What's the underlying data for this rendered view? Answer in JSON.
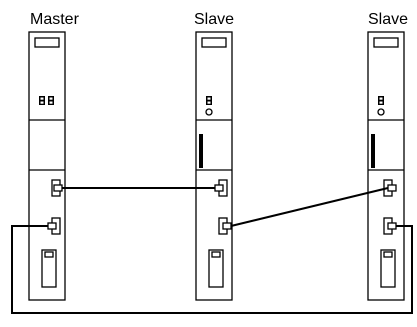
{
  "labels": {
    "master": "Master",
    "slave_1": "Slave",
    "slave_2": "Slave"
  },
  "modules": [
    {
      "id": "master",
      "role": "master",
      "status_display": "dual-digit",
      "has_dark_panel": false
    },
    {
      "id": "slave-1",
      "role": "slave",
      "status_display": "digit-and-led",
      "has_dark_panel": true
    },
    {
      "id": "slave-2",
      "role": "slave",
      "status_display": "digit-and-led",
      "has_dark_panel": true
    }
  ],
  "connections": [
    {
      "from": "master",
      "from_port": 1,
      "to": "slave-1",
      "to_port": 1
    },
    {
      "from": "slave-1",
      "from_port": 2,
      "to": "slave-2",
      "to_port": 1
    },
    {
      "from": "slave-2",
      "from_port": 2,
      "to": "master",
      "to_port": 2,
      "routed": "ring-return-bottom"
    }
  ],
  "colors": {
    "line": "#000000",
    "module_fill": "#ffffff",
    "panel_dark": "#000000",
    "background": "#ffffff"
  }
}
